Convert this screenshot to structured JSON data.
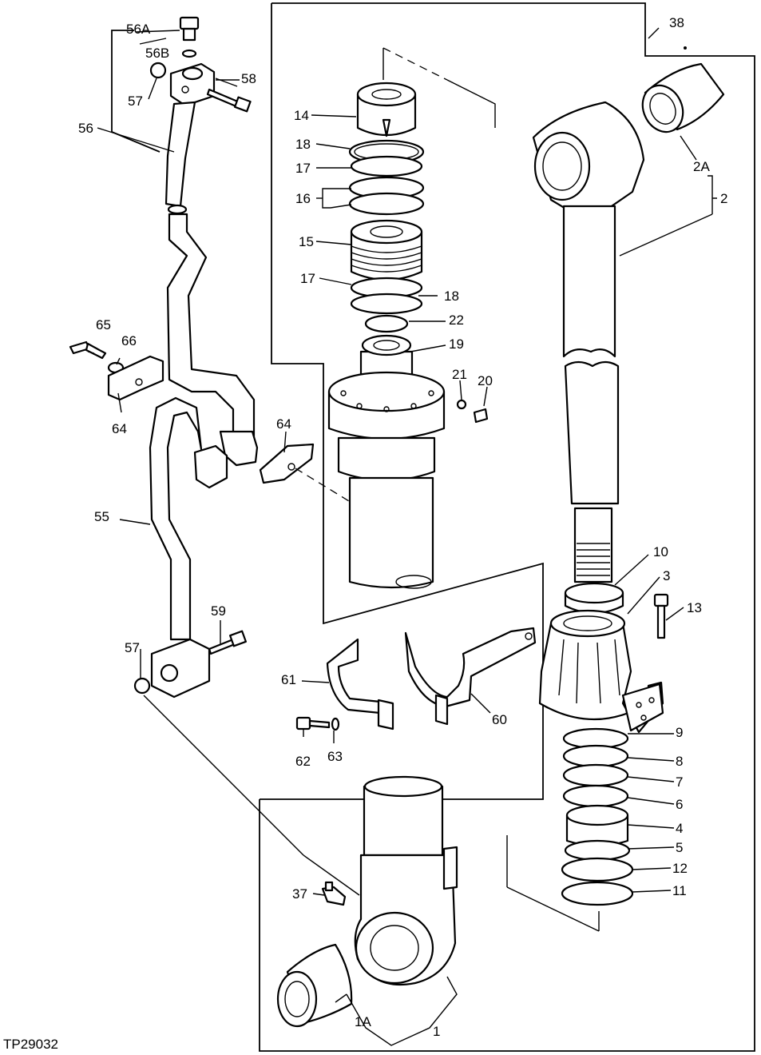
{
  "figure_id": "TP29032",
  "callouts": {
    "c38": "38",
    "c56A": "56A",
    "c56B": "56B",
    "c57a": "57",
    "c58": "58",
    "c56": "56",
    "c14": "14",
    "c18a": "18",
    "c17a": "17",
    "c16": "16",
    "c15": "15",
    "c17b": "17",
    "c18b": "18",
    "c22": "22",
    "c19": "19",
    "c21": "21",
    "c20": "20",
    "c2A": "2A",
    "c2": "2",
    "c65": "65",
    "c66": "66",
    "c64a": "64",
    "c64b": "64",
    "c55": "55",
    "c59": "59",
    "c57b": "57",
    "c10": "10",
    "c3": "3",
    "c13": "13",
    "c61": "61",
    "c60": "60",
    "c62": "62",
    "c63": "63",
    "c9": "9",
    "c8": "8",
    "c7": "7",
    "c6": "6",
    "c4": "4",
    "c5": "5",
    "c12": "12",
    "c11": "11",
    "c37": "37",
    "c1A": "1A",
    "c1": "1"
  }
}
